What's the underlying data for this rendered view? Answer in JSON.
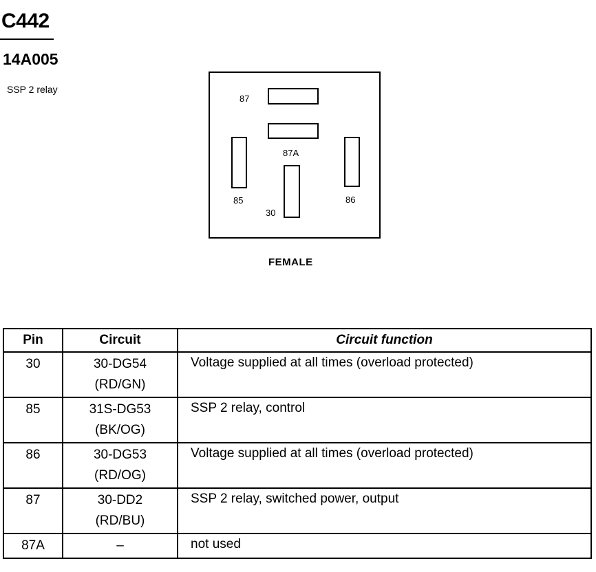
{
  "header": {
    "connector_id": "C442",
    "part_number": "14A005",
    "description": "SSP 2 relay"
  },
  "connector": {
    "gender": "FEMALE",
    "pin_labels": {
      "p87": "87",
      "p87a": "87A",
      "p85": "85",
      "p86": "86",
      "p30": "30"
    }
  },
  "table": {
    "headers": [
      "Pin",
      "Circuit",
      "Circuit function"
    ],
    "rows": [
      {
        "pin": "30",
        "circuit": "30-DG54",
        "color": "(RD/GN)",
        "function": "Voltage supplied at all times (overload protected)"
      },
      {
        "pin": "85",
        "circuit": "31S-DG53",
        "color": "(BK/OG)",
        "function": "SSP 2 relay, control"
      },
      {
        "pin": "86",
        "circuit": "30-DG53",
        "color": "(RD/OG)",
        "function": "Voltage supplied at all times (overload protected)"
      },
      {
        "pin": "87",
        "circuit": "30-DD2",
        "color": "(RD/BU)",
        "function": "SSP 2 relay, switched power, output"
      },
      {
        "pin": "87A",
        "circuit": "–",
        "color": "",
        "function": "not used"
      }
    ]
  }
}
